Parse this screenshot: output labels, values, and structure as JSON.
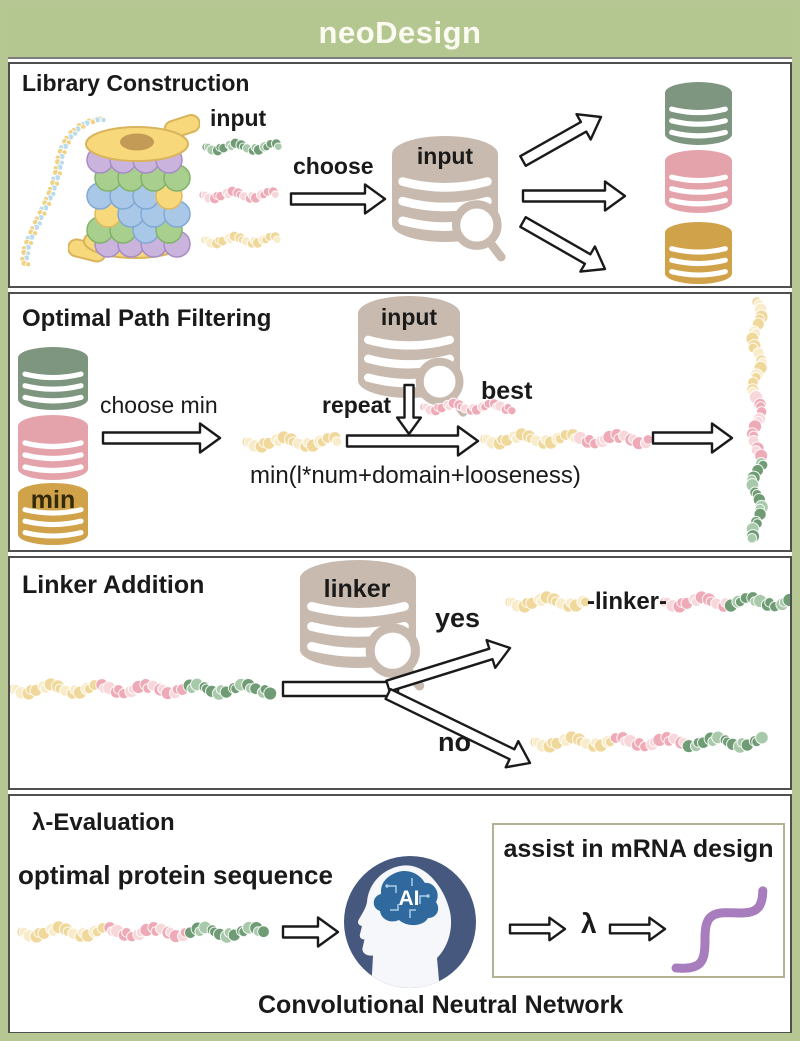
{
  "header": {
    "title": "neoDesign"
  },
  "panel1": {
    "title": "Library Construction",
    "input_label": "input",
    "choose_label": "choose",
    "db_input_label": "input"
  },
  "panel2": {
    "title": "Optimal Path Filtering",
    "min_label": "min",
    "choose_min_label": "choose min",
    "repeat_label": "repeat",
    "db_input_label": "input",
    "best_label": "best",
    "formula": "min(l*num+domain+looseness)"
  },
  "panel3": {
    "title": "Linker Addition",
    "db_linker_label": "linker",
    "yes_label": "yes",
    "no_label": "no",
    "linker_text": "-linker-"
  },
  "panel4": {
    "title": "λ-Evaluation",
    "sequence_label": "optimal protein sequence",
    "cnn_label": "Convolutional Neutral Network",
    "box_title": "assist in mRNA design",
    "lambda": "λ",
    "ai_label": "AI"
  },
  "icons": {
    "database": "db-cylinder-icon",
    "search_database": "db-magnifier-icon",
    "arrow": "hollow-arrow-icon",
    "protein_chain": "bead-chain-icon",
    "spool": "protein-spool-icon",
    "ai_head": "ai-brain-head-icon",
    "mrna": "purple-wave-icon"
  },
  "colors": {
    "frame": "#b6c794",
    "header_bg": "#b5c790",
    "panel_border": "#4f4f4f",
    "text": "#1a1a1a",
    "header_text": "#fbfbf2",
    "db_green": "#7e967f",
    "db_pink": "#e4a2aa",
    "db_gold": "#d0a24a",
    "db_beige": "#c8baae",
    "min_text": "#332a08",
    "chain_yellow": "#f0d79a",
    "chain_yellow_light": "#f8ecca",
    "chain_pink": "#eeaab6",
    "chain_pink_light": "#f8d7db",
    "chain_green": "#6f9c75",
    "chain_green_light": "#a9c9ab",
    "bead_yellow": "#f0d284",
    "bead_blue": "#badbeb",
    "spool_yellow": "#f7d97c",
    "spool_edge": "#d9b45c",
    "spool_brown": "#c39a56",
    "spool_purple": "#cab4de",
    "spool_green": "#a8cf8e",
    "spool_blue": "#a9c8e7",
    "head_circle": "#47587f",
    "head_face": "#f5f7fa",
    "brain_blue": "#2f699e",
    "circuit": "#a8cde8",
    "mrna_purple": "#a77dbd",
    "box_border": "#b3b394"
  }
}
